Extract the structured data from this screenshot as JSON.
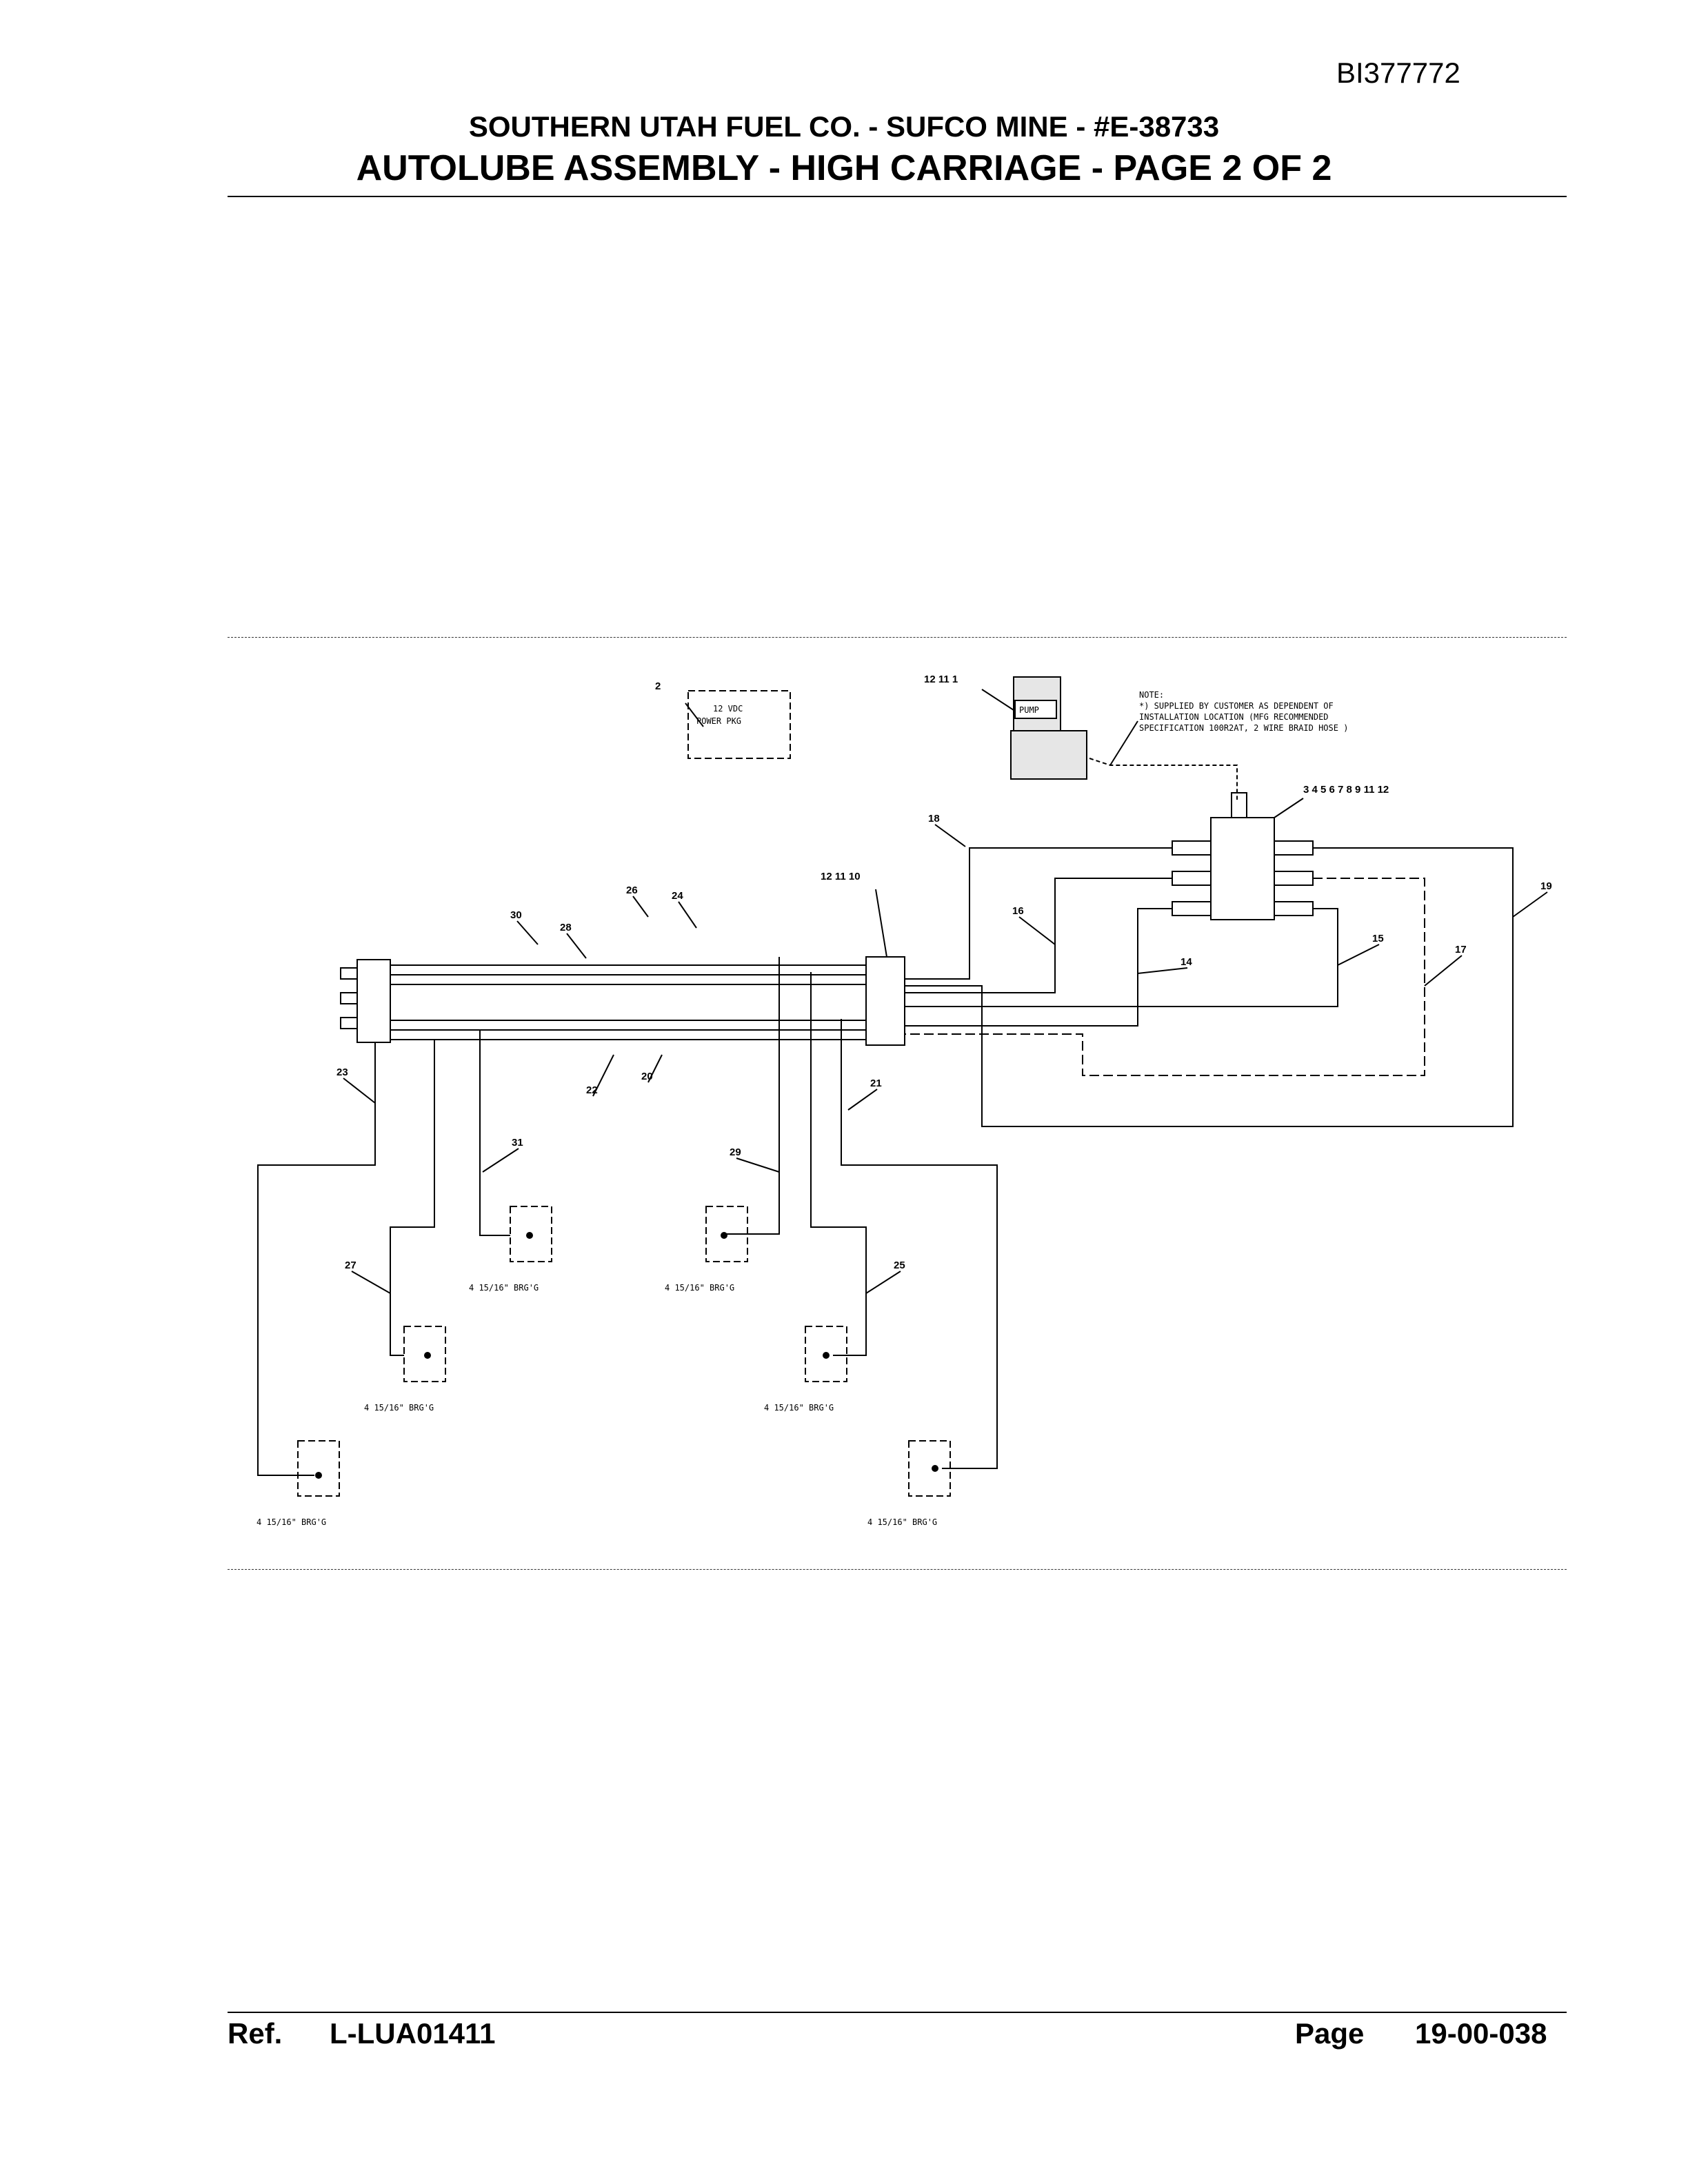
{
  "header": {
    "doc_id": "BI377772",
    "company": "SOUTHERN UTAH FUEL CO. - SUFCO MINE - #E-38733",
    "title": "AUTOLUBE ASSEMBLY  - HIGH CARRIAGE - PAGE 2 OF 2"
  },
  "diagram": {
    "power_pkg": {
      "callout": "2",
      "line1": "12 VDC",
      "line2": "POWER PKG"
    },
    "pump": {
      "callout": "12  11  1",
      "label": "PUMP"
    },
    "note": {
      "line1": "NOTE:",
      "line2": "*) SUPPLIED BY CUSTOMER AS DEPENDENT OF",
      "line3": "INSTALLATION LOCATION (MFG RECOMMENDED",
      "line4": "SPECIFICATION 100R2AT, 2 WIRE BRAID HOSE )"
    },
    "main_block_callout": "3  4  5  6  7  8  9  11  12",
    "mid_block_callout": "12  11  10",
    "callouts": [
      "18",
      "19",
      "16",
      "15",
      "17",
      "14",
      "26",
      "24",
      "30",
      "28",
      "22",
      "20",
      "23",
      "31",
      "29",
      "21",
      "27",
      "25"
    ],
    "bearing_label": "4 15/16\" BRG'G"
  },
  "footer": {
    "ref_label": "Ref.",
    "ref_value": "L-LUA01411",
    "page_label": "Page",
    "page_value": "19-00-038"
  }
}
